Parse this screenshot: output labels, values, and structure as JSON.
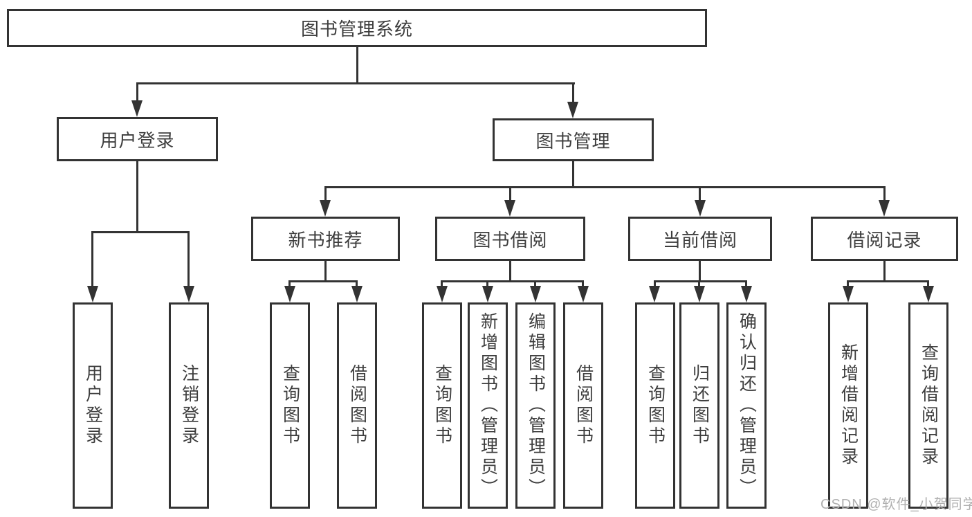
{
  "tree": {
    "root": "图书管理系统",
    "level2": [
      {
        "label": "用户登录",
        "children": [
          "用户登录",
          "注销登录"
        ]
      },
      {
        "label": "图书管理"
      }
    ],
    "level3": [
      {
        "label": "新书推荐",
        "children": [
          "查询图书",
          "借阅图书"
        ]
      },
      {
        "label": "图书借阅",
        "children": [
          "查询图书",
          "新增图书（管理员）",
          "编辑图书（管理员）",
          "借阅图书"
        ]
      },
      {
        "label": "当前借阅",
        "children": [
          "查询图书",
          "归还图书",
          "确认归还（管理员）"
        ]
      },
      {
        "label": "借阅记录",
        "children": [
          "新增借阅记录",
          "查询借阅记录"
        ]
      }
    ]
  },
  "watermark": "CSDN @软件_小贺同学",
  "colors": {
    "line": "#333333",
    "text": "#3d3d3d",
    "watermark": "#b0b0b0",
    "background": "#ffffff"
  }
}
